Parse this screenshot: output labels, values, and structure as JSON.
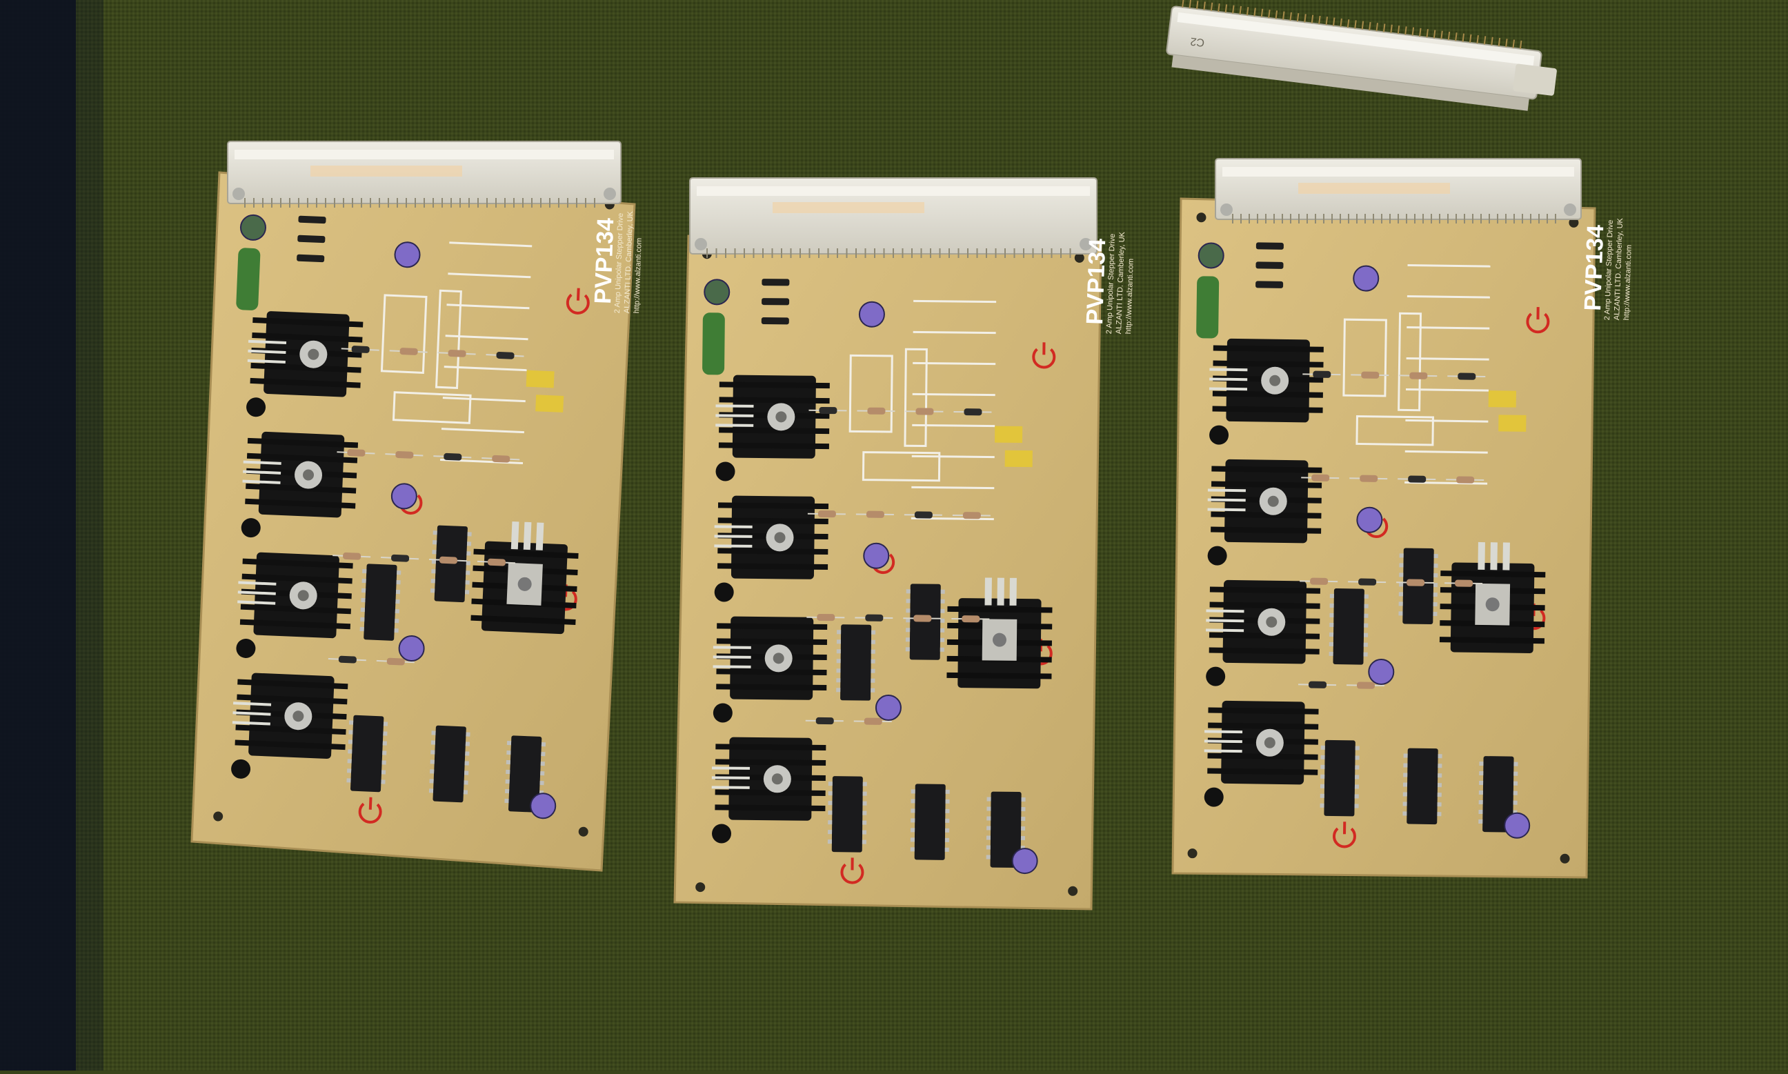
{
  "scene": {
    "background_color": "#39441a",
    "left_shadow_color": "#0b1020",
    "pcb_color": "#d2b878",
    "heatsink_color": "#151515",
    "connector_color": "#e3e1d6"
  },
  "boards": [
    {
      "label": "PVP134",
      "subtitle": "2 Amp Unipolar Stepper Drive",
      "company": "ALZANTI LTD. Camberley, UK",
      "website": "http://www.alzanti.com"
    },
    {
      "label": "PVP134",
      "subtitle": "2 Amp Unipolar Stepper Drive",
      "company": "ALZANTI LTD. Camberley, UK",
      "website": "http://www.alzanti.com"
    },
    {
      "label": "PVP134",
      "subtitle": "2 Amp Unipolar Stepper Drive",
      "company": "ALZANTI LTD. Camberley, UK",
      "website": "http://www.alzanti.com"
    }
  ],
  "loose_connector": {
    "label": "C2"
  }
}
